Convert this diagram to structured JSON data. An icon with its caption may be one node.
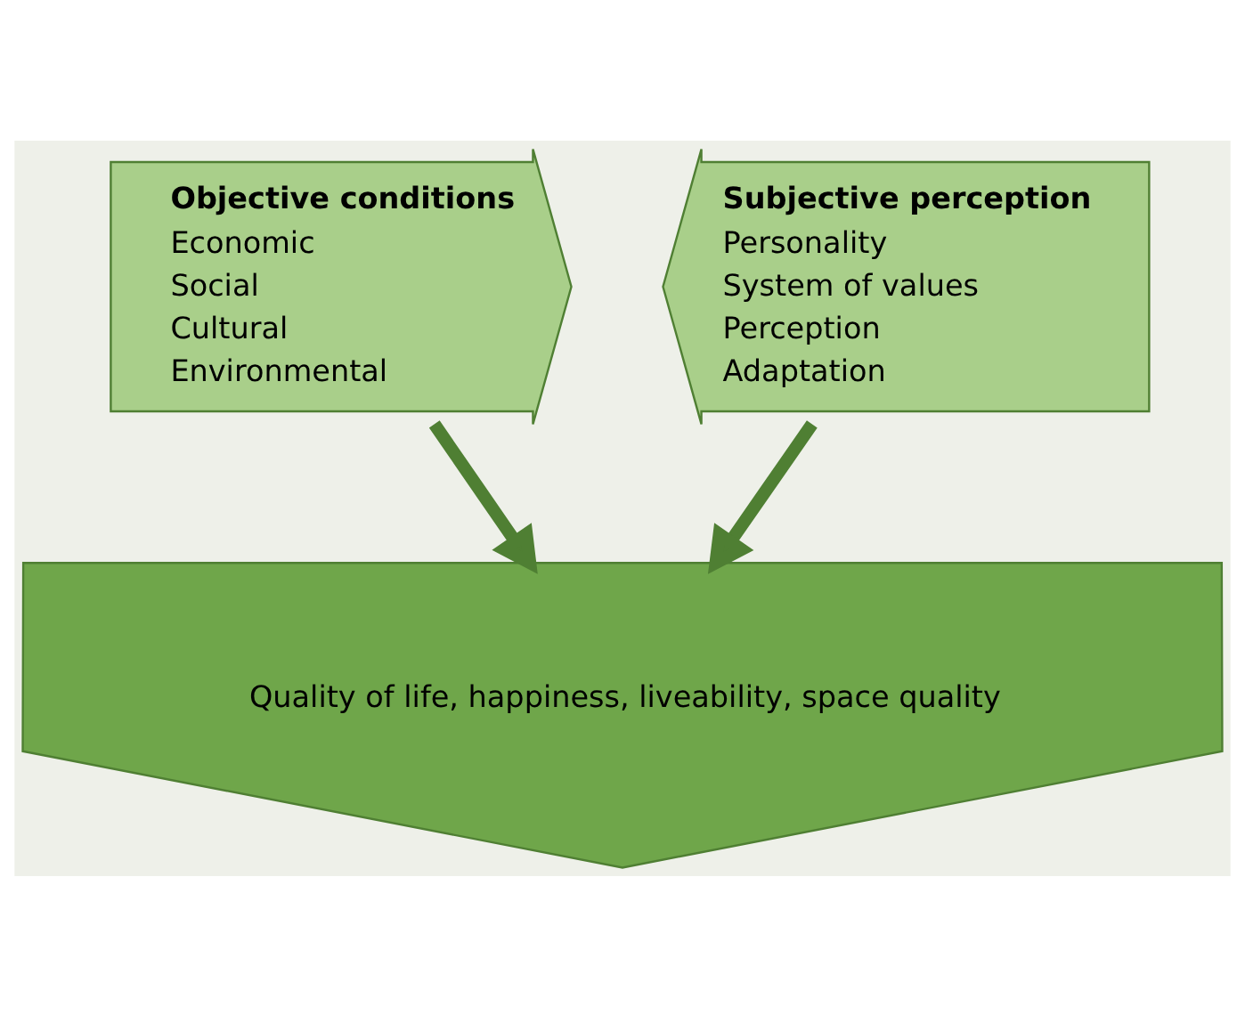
{
  "diagram": {
    "nodes": [
      {
        "text": [
          "Objective conditions",
          "Economic",
          "Social",
          "Cultural",
          "Environmental"
        ]
      },
      {
        "text": [
          "Subjective perception",
          "Personality",
          "System of values",
          "Perception",
          "Adaptation"
        ]
      },
      {
        "text": [
          "Quality of life, happiness, liveability, space quality"
        ]
      }
    ],
    "edges": [
      {
        "from": 0,
        "to": 2,
        "arrow": "to"
      },
      {
        "from": 1,
        "to": 2,
        "arrow": "to"
      }
    ]
  }
}
